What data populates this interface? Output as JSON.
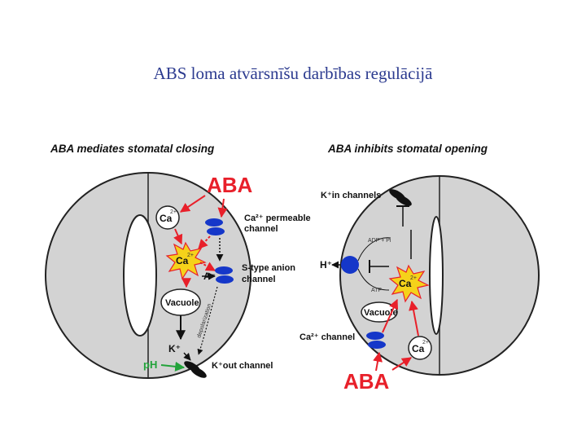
{
  "title": "ABS loma atvārsnīšu darbības regulācijā",
  "left_panel": {
    "heading": "ABA mediates stomatal closing",
    "aba": "ABA",
    "ca": "Ca",
    "ca_sup": "2+",
    "ca_channel": [
      "Ca²⁺ permeable",
      "channel"
    ],
    "anion": "A⁻",
    "anion_channel": [
      "S-type anion",
      "channel"
    ],
    "vacuole": "Vacuole",
    "k_ion": "K⁺",
    "ph": "pH",
    "k_out_channel": [
      "K⁺out channel"
    ],
    "depolarization": "depolarization"
  },
  "right_panel": {
    "heading": "ABA inhibits stomatal opening",
    "k_in_channels": "K⁺in channels",
    "h_ion": "H⁺",
    "adp": "ADP + Pi",
    "atp": "ATP",
    "ca": "Ca",
    "ca_sup": "2+",
    "vacuole": "Vacuole",
    "ca_channel": "Ca²⁺ channel",
    "aba": "ABA"
  },
  "colors": {
    "title": "#2b3a8f",
    "aba": "#e8202a",
    "channel": "#1537c9",
    "cell": "#d3d3d3",
    "burst": "#f5d21a",
    "ph": "#22a33a"
  }
}
